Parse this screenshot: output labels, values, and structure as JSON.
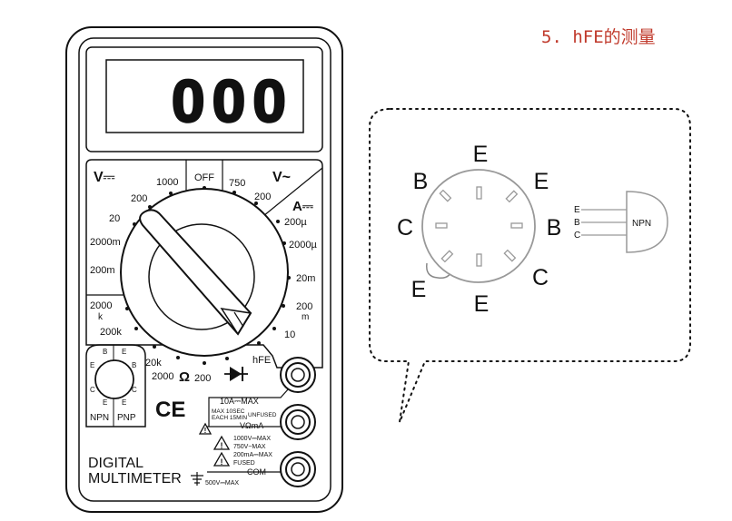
{
  "caption": "5. hFE的测量",
  "display": {
    "reading": "000"
  },
  "sections": {
    "dcv": "V⎓",
    "acv": "V~",
    "dca": "A⎓"
  },
  "dial": {
    "off": "OFF",
    "dcv_ranges": [
      "1000",
      "200",
      "20",
      "2000m",
      "200m"
    ],
    "acv_ranges": [
      "750",
      "200"
    ],
    "dca_ranges": [
      "200µ",
      "2000µ",
      "20m",
      "200",
      "m",
      "10"
    ],
    "ohm_ranges": [
      "2000",
      "k",
      "200k",
      "20k",
      "2000",
      "Ω",
      "200"
    ],
    "diode": "diode",
    "hfe": "hFE"
  },
  "socket": {
    "labels": [
      "B",
      "E",
      "E",
      "B",
      "C",
      "E",
      "E",
      "C"
    ],
    "npn": "NPN",
    "pnp": "PNP"
  },
  "ce_mark": "CE",
  "jacks": {
    "a10": "10A⎓MAX",
    "a10_note_1": "MAX 10SEC",
    "a10_note_2": "EACH 15MIN",
    "a10_note_3": "UNFUSED",
    "vohm": "VΩmA",
    "vohm_note_1": "1000V⎓MAX",
    "vohm_note_2": "750V~MAX",
    "vohm_note_3": "200mA⎓MAX",
    "vohm_note_4": "FUSED",
    "com": "COM",
    "com_note": "500V⎓MAX"
  },
  "brand": {
    "line1": "DIGITAL",
    "line2": "MULTIMETER"
  },
  "pinout": {
    "labels": [
      "E",
      "B",
      "E",
      "C",
      "B",
      "E",
      "C",
      "E"
    ],
    "transistor": "NPN",
    "leads": [
      "E",
      "B",
      "C"
    ]
  }
}
